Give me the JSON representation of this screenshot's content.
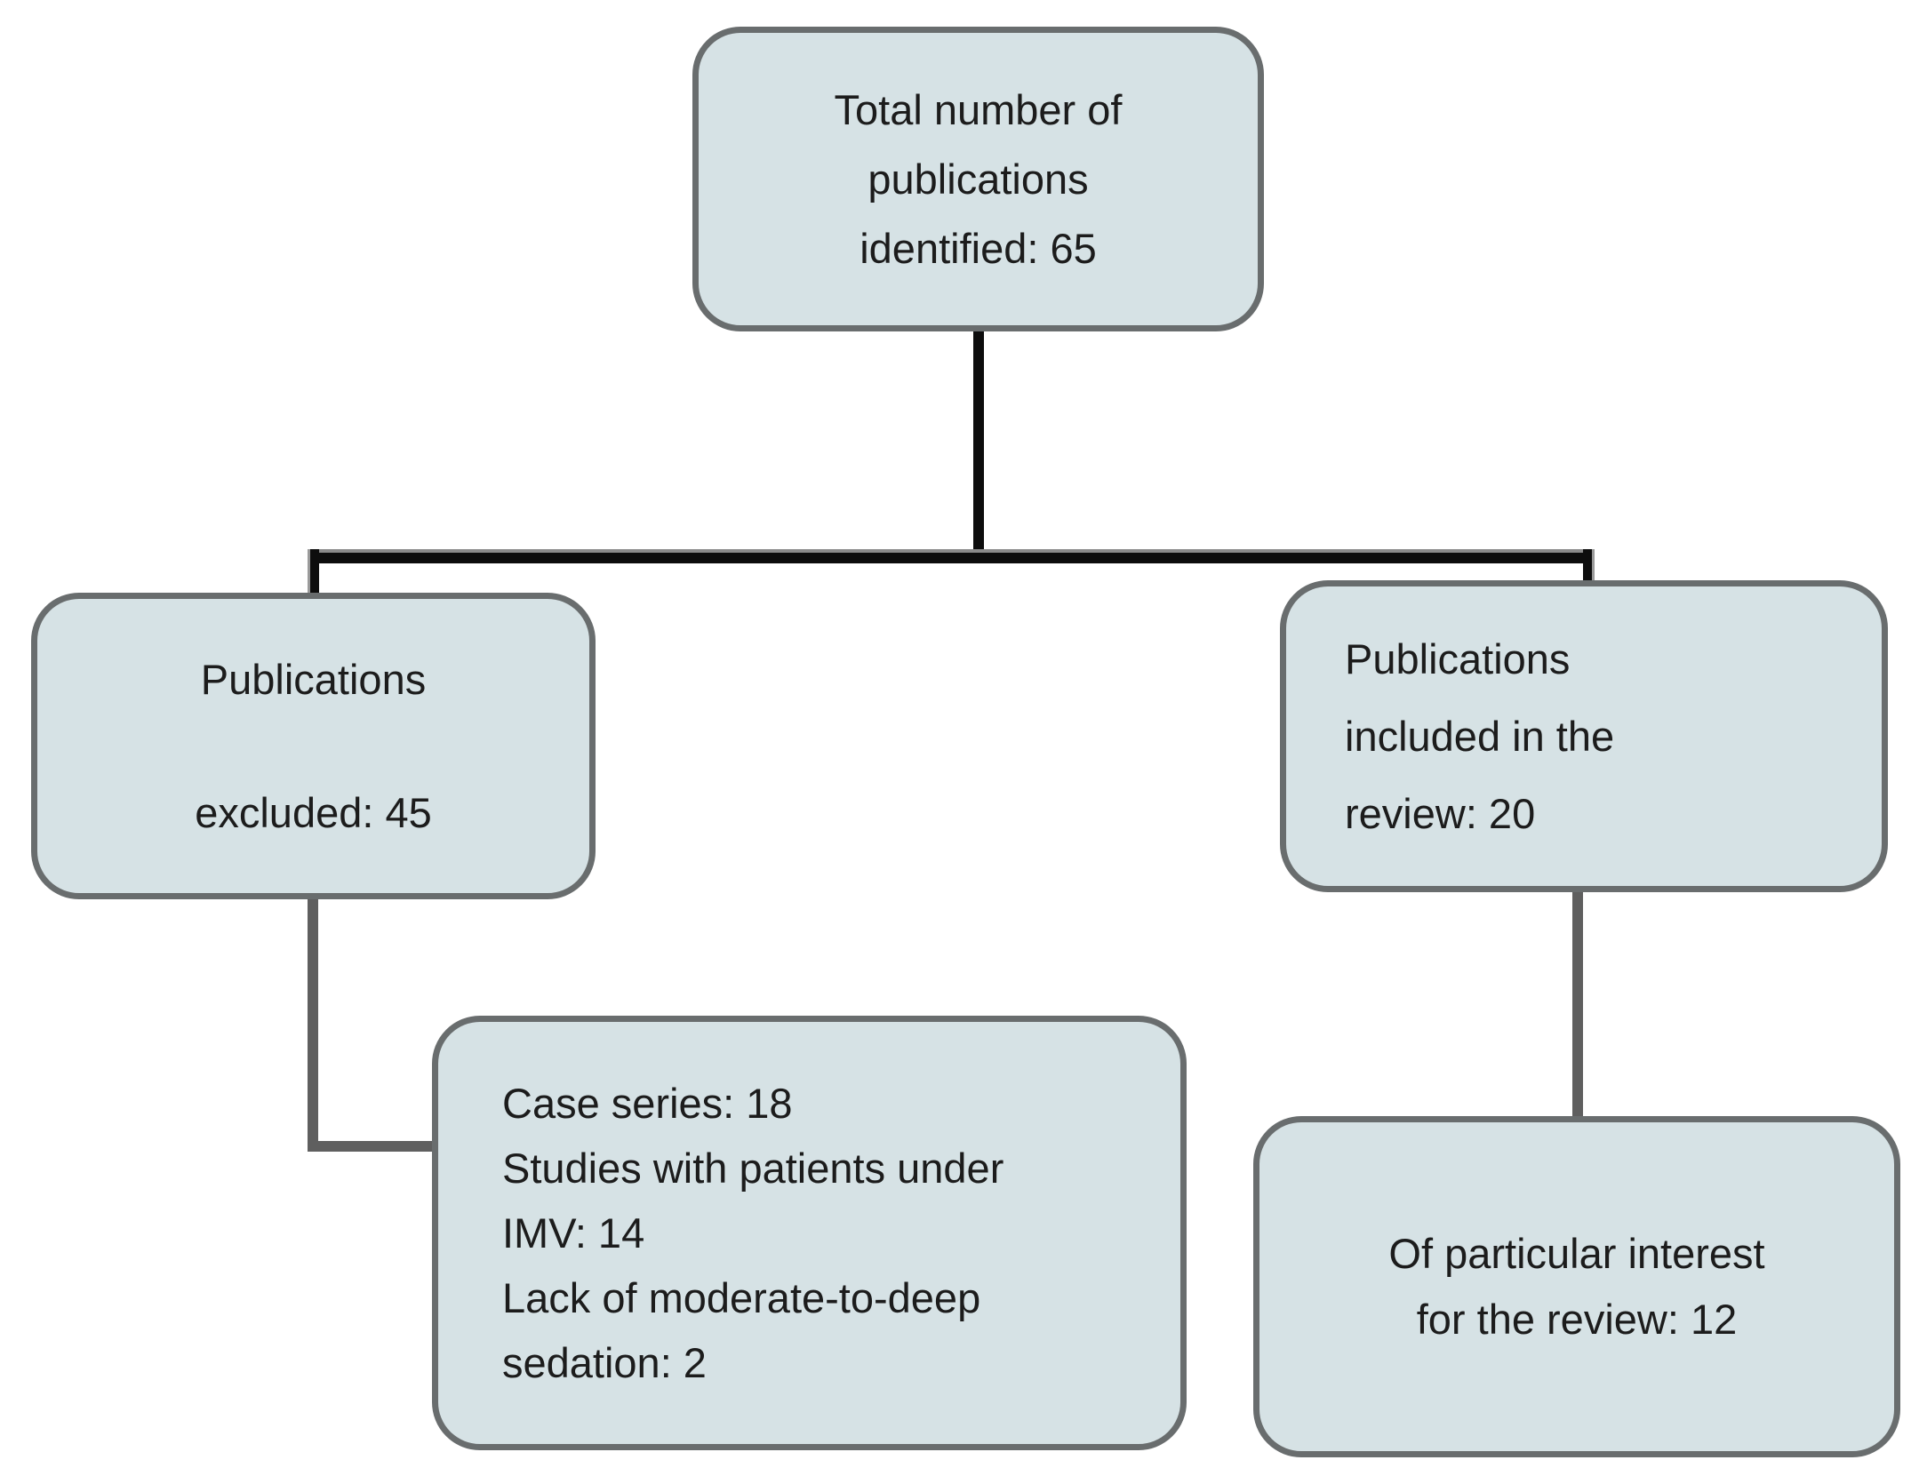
{
  "flowchart": {
    "boxes": {
      "total": {
        "text": "Total number of\npublications\nidentified: 65"
      },
      "excluded": {
        "text": "Publications\n\nexcluded: 45"
      },
      "included": {
        "text": "Publications\nincluded in the\nreview: 20"
      },
      "exclusion_reasons": {
        "text": "Case series: 18\nStudies with patients under\nIMV: 14\nLack of moderate-to-deep\nsedation: 2"
      },
      "particular_interest": {
        "text": "Of particular interest\nfor the review: 12"
      }
    },
    "values": {
      "total_identified": 65,
      "excluded": 45,
      "included_in_review": 20,
      "case_series": 18,
      "studies_with_patients_under_imv": 14,
      "lack_of_moderate_to_deep_sedation": 2,
      "of_particular_interest": 12
    },
    "colors": {
      "background": "#ffffff",
      "box_fill": "#d6e2e5",
      "box_border": "#696d6e",
      "connector_black": "#0d0d0d",
      "connector_gray": "#5f5f5f",
      "text": "#1c1c1c"
    }
  }
}
